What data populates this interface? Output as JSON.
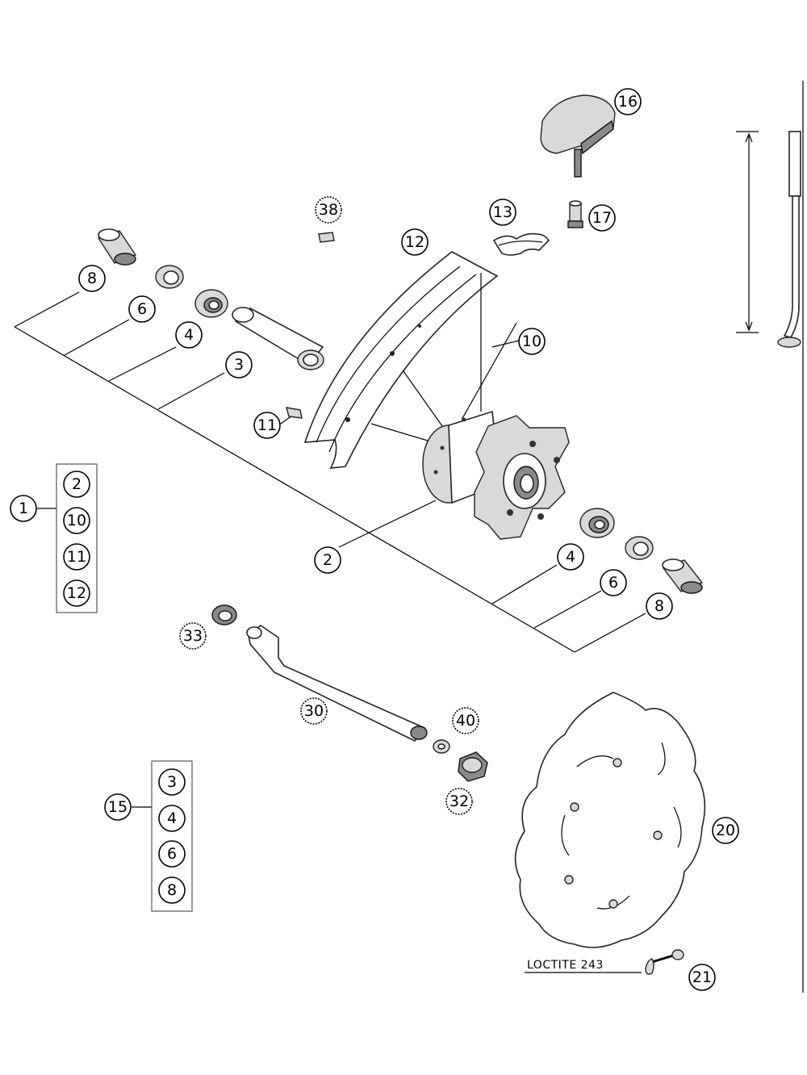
{
  "callouts": {
    "c16": "16",
    "c38": "38",
    "c13": "13",
    "c17": "17",
    "c12": "12",
    "c8a": "8",
    "c6a": "6",
    "c4a": "4",
    "c3": "3",
    "c10": "10",
    "c11": "11",
    "c2": "2",
    "c4b": "4",
    "c6b": "6",
    "c8b": "8",
    "c33": "33",
    "c30": "30",
    "c40": "40",
    "c32": "32",
    "c20": "20",
    "c21": "21",
    "c1": "1",
    "c15": "15"
  },
  "kit_1": {
    "label": "1",
    "items": [
      "2",
      "10",
      "11",
      "12"
    ]
  },
  "kit_15": {
    "label": "15",
    "items": [
      "3",
      "4",
      "6",
      "8"
    ]
  },
  "note": "LOCTITE 243"
}
